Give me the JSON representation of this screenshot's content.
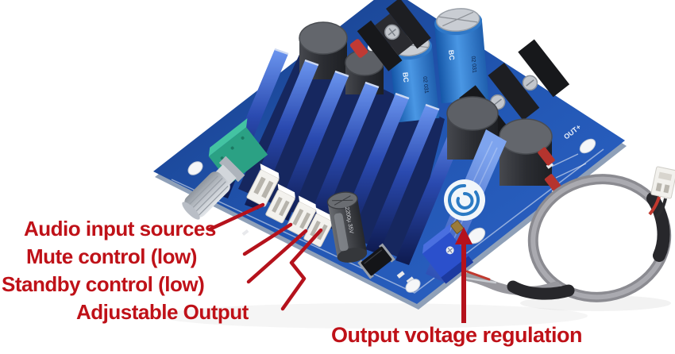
{
  "scene": {
    "type": "annotated product photo",
    "subject": "audio amplifier circuit board with heatsink and output cable",
    "background": "#ffffff"
  },
  "colors": {
    "annotation_red": "#bf1118",
    "pointer_line_red": "#b5121c",
    "pcb_blue": "#2356ae",
    "heatsink_blue": "#2a4ab0",
    "capacitor_blue": "#2f80cc",
    "cable_gray": "#98989e",
    "potentiometer_green": "#2ba184"
  },
  "annotations": {
    "labels": [
      {
        "id": "audio",
        "text": "Audio input sources"
      },
      {
        "id": "mute",
        "text": "Mute control (low)"
      },
      {
        "id": "standby",
        "text": "Standby control (low)"
      },
      {
        "id": "adjustable",
        "text": "Adjustable Output"
      },
      {
        "id": "output_voltage",
        "text": "Output voltage regulation"
      }
    ]
  },
  "board": {
    "silkscreen_out_label": "OUT+",
    "capacitor_brand": "BC",
    "capacitor_marking": "02 031",
    "small_capacitor_marking": "2200µ 35V"
  }
}
